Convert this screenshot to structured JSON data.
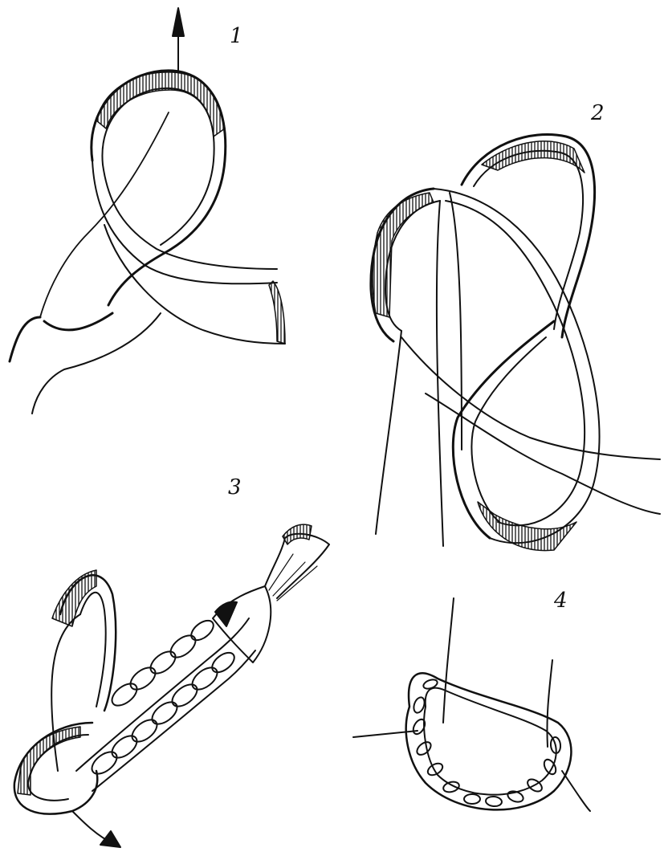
{
  "figure": {
    "step_labels": [
      "1",
      "2",
      "3",
      "4"
    ],
    "ink_color": "#111111",
    "background_color": "#ffffff"
  }
}
